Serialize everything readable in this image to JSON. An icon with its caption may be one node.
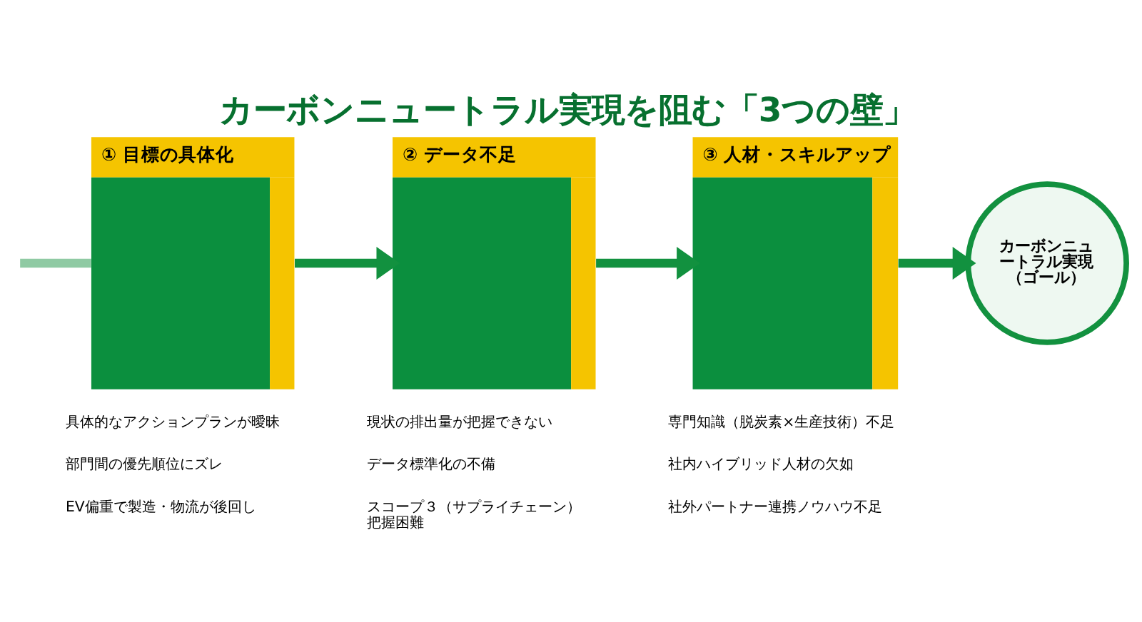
{
  "diagram": {
    "title": "カーボンニュートラル実現を阻む「3つの壁」",
    "nodes": [
      {
        "text": [
          "① 目標の具体化"
        ]
      },
      {
        "text": [
          "② データ不足"
        ]
      },
      {
        "text": [
          "③ 人材・スキルアップ"
        ]
      },
      {
        "text": [
          "カーボンニュートラル実現（ゴール）"
        ]
      }
    ],
    "edges": [
      {
        "from": null,
        "to": 0,
        "arrow": "none",
        "color": "#8fcaa3"
      },
      {
        "from": 0,
        "to": 1,
        "arrow": "to"
      },
      {
        "from": 1,
        "to": 2,
        "arrow": "to"
      },
      {
        "from": 2,
        "to": 3,
        "arrow": "to"
      }
    ],
    "labels": [
      "具体的なアクションプランが曖昧",
      "部門間の優先順位にズレ",
      "EV偏重で製造・物流が後回し",
      "現状の排出量が把握できない",
      "データ標準化の不備",
      "スコープ３（サプライチェーン）把握困難",
      "専門知識（脱炭素×生産技術）不足",
      "社内ハイブリッド人材の欠如",
      "社外パートナー連携ノウハウ不足"
    ]
  }
}
